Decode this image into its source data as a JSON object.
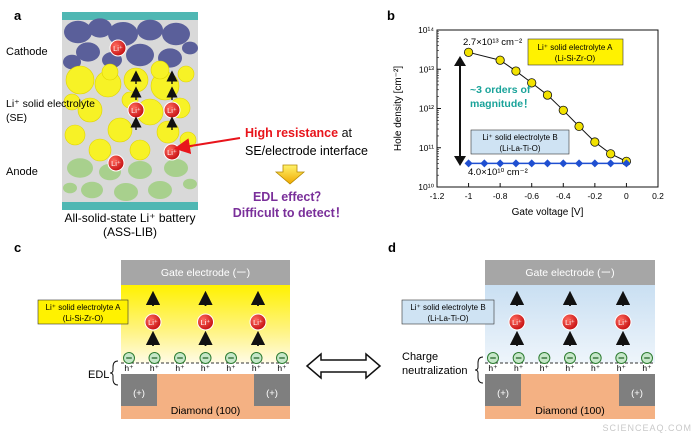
{
  "panels": {
    "a": {
      "letter": "a",
      "cathode": "Cathode",
      "se_line1": "Li⁺ solid electrolyte",
      "se_line2": "(SE)",
      "anode": "Anode",
      "ion": "Li⁺",
      "resistance_high": "High  resistance",
      "resistance_at": " at",
      "resistance_line2": "SE/electrode interface",
      "edl_line1": "EDL effect？",
      "edl_line2": "Difficult to detect！",
      "caption_line1": "All-solid-state Li⁺ battery",
      "caption_line2": "(ASS-LIB)"
    },
    "b": {
      "letter": "b",
      "label_top": "2.7×10¹³ cm⁻²",
      "label_bottom": "4.0×10¹⁰ cm⁻²",
      "orders_line1": "~3 orders of",
      "orders_line2": "magnitude！",
      "box_a_line1": "Li⁺ solid electrolyte A",
      "box_a_line2": "(Li-Si-Zr-O)",
      "box_b_line1": "Li⁺ solid electrolyte B",
      "box_b_line2": "(Li-La-Ti-O)"
    },
    "c": {
      "letter": "c",
      "gate": "Gate electrode (ー)",
      "se_line1": "Li⁺ solid electrolyte A",
      "se_line2": "(Li-Si-Zr-O)",
      "edl": "EDL",
      "plus": "(+)",
      "diamond": "Diamond (100)"
    },
    "d": {
      "letter": "d",
      "gate": "Gate electrode (ー)",
      "se_line1": "Li⁺ solid electrolyte B",
      "se_line2": "(Li-La-Ti-O)",
      "charge_line1": "Charge",
      "charge_line2": "neutralization",
      "plus": "(+)",
      "diamond": "Diamond (100)"
    }
  },
  "symbols": {
    "ion": "Li⁺",
    "minus": "⊖",
    "hole": "h⁺"
  },
  "colors": {
    "red_text": "#e8141b",
    "purple": "#7a2f9a",
    "teal": "#1aa39a",
    "yellow_box": "#fff200",
    "blue_box": "#cfe3f3",
    "diamond": "#f4b183",
    "gate": "#a6a6a6",
    "series_a": "#f2e200",
    "series_b": "#1f4fd1"
  },
  "watermark": "SCIENCEAQ.COM",
  "chart_data": {
    "type": "line",
    "xlabel": "Gate voltage [V]",
    "ylabel": "Hole density [cm⁻²]",
    "xlim": [
      -1.2,
      0.2
    ],
    "ylim_log10": [
      10,
      14
    ],
    "x_ticks": [
      "-1.2",
      "-1",
      "-0.8",
      "-0.6",
      "-0.4",
      "-0.2",
      "0",
      "0.2"
    ],
    "y_ticks": [
      "10¹⁰",
      "10¹¹",
      "10¹²",
      "10¹³",
      "10¹⁴"
    ],
    "log_y": true,
    "grid": false,
    "series": [
      {
        "name": "Li⁺ solid electrolyte A (Li-Si-Zr-O)",
        "x": [
          -1.0,
          -0.8,
          -0.7,
          -0.6,
          -0.5,
          -0.4,
          -0.3,
          -0.2,
          -0.1,
          0.0
        ],
        "y": [
          27000000000000.0,
          17000000000000.0,
          9000000000000.0,
          4500000000000.0,
          2200000000000.0,
          900000000000.0,
          350000000000.0,
          140000000000.0,
          70000000000.0,
          45000000000.0
        ]
      },
      {
        "name": "Li⁺ solid electrolyte B (Li-La-Ti-O)",
        "x": [
          -1.0,
          -0.9,
          -0.8,
          -0.7,
          -0.6,
          -0.5,
          -0.4,
          -0.3,
          -0.2,
          -0.1,
          0.0
        ],
        "y": [
          40000000000.0,
          40000000000.0,
          40000000000.0,
          40000000000.0,
          40000000000.0,
          40000000000.0,
          40000000000.0,
          40000000000.0,
          40000000000.0,
          40000000000.0,
          40000000000.0
        ]
      }
    ]
  }
}
